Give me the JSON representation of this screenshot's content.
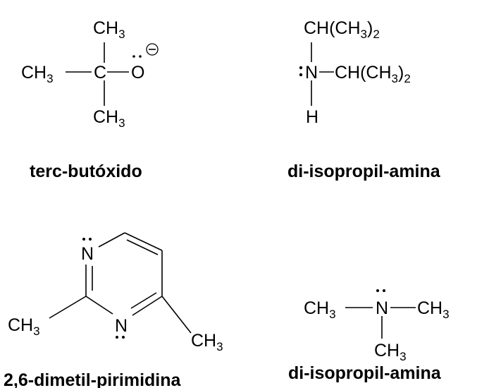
{
  "molecules": {
    "tbutoxide": {
      "label_top": "CH3",
      "label_left": "CH3",
      "label_center": "C",
      "label_oxygen": "O",
      "label_bottom": "CH3",
      "name": "terc-butóxido"
    },
    "diisopropylamine": {
      "label_top": "CH(CH3)2",
      "label_nitrogen": "N",
      "label_right": "CH(CH3)2",
      "label_hydrogen": "H",
      "name": "di-isopropil-amina"
    },
    "dimethylpyrimidine": {
      "label_n1": "N",
      "label_n3": "N",
      "label_methyl_left": "CH3",
      "label_methyl_right": "CH3",
      "name": "2,6-dimetil-pirimidina"
    },
    "trimethylamine": {
      "label_left": "CH3",
      "label_nitrogen": "N",
      "label_right": "CH3",
      "label_bottom": "CH3",
      "name": "di-isopropil-amina"
    }
  }
}
